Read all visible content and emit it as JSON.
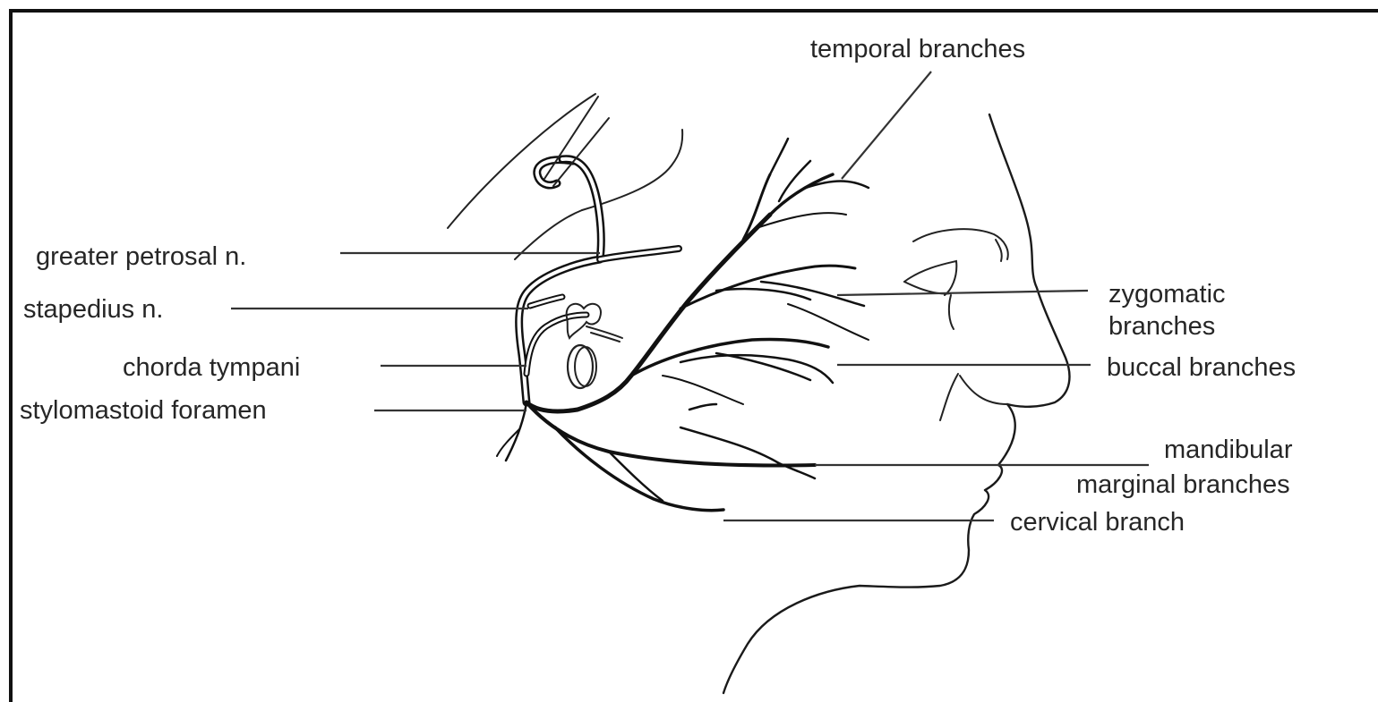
{
  "labels": {
    "temporal": "temporal branches",
    "greater_petrosal": "greater petrosal n.",
    "stapedius": "stapedius n.",
    "chorda_tympani": "chorda tympani",
    "stylomastoid": "stylomastoid foramen",
    "zygomatic_1": "zygomatic",
    "zygomatic_2": "branches",
    "buccal": "buccal branches",
    "mandibular_1": "mandibular",
    "mandibular_2": "marginal branches",
    "cervical": "cervical branch"
  },
  "colors": {
    "line": "#111111",
    "text": "#262626",
    "background": "#ffffff"
  }
}
